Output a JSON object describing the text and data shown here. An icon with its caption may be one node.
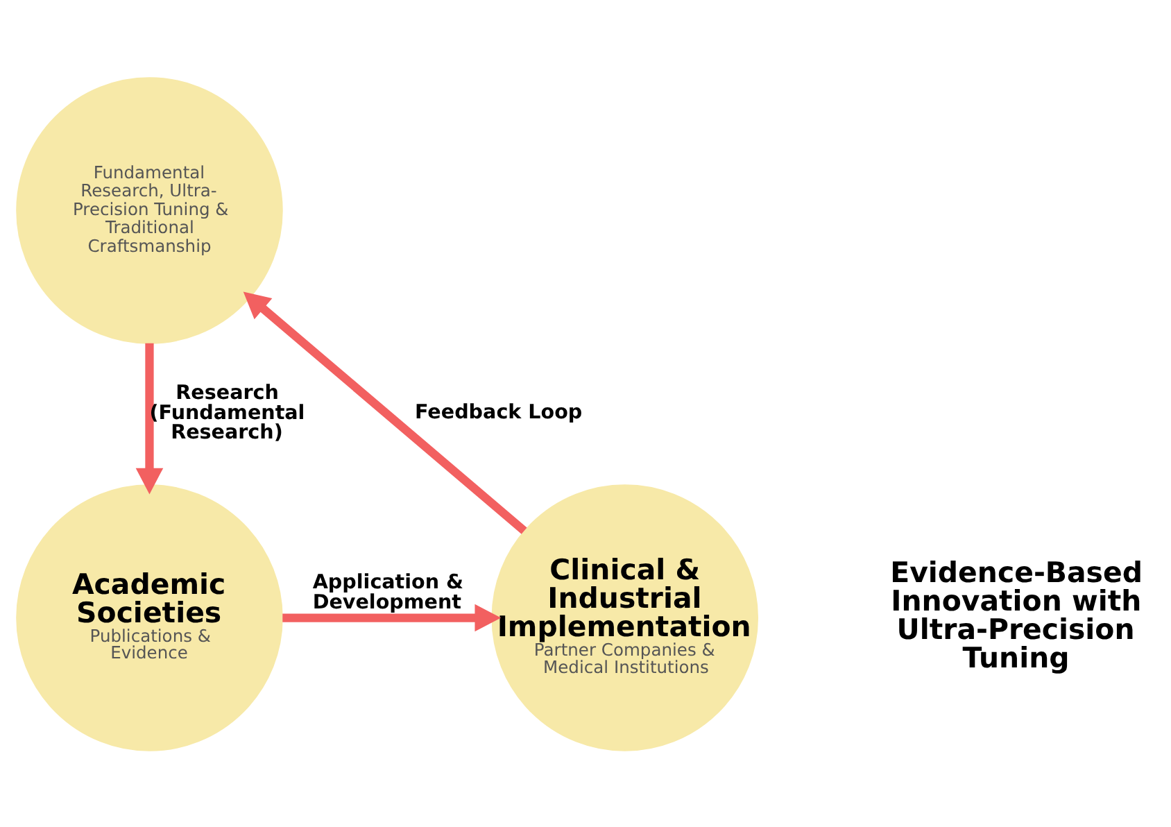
{
  "diagram": {
    "nodes": [
      {
        "text": [
          "Fundamental Research, Ultra-Precision Tuning & Traditional Craftsmanship"
        ]
      },
      {
        "text": [
          "Academic Societies",
          "Publications & Evidence"
        ]
      },
      {
        "text": [
          "Clinical & Industrial Implementation",
          "Partner Companies & Medical Institutions"
        ]
      }
    ],
    "edges": [
      {
        "from": 0,
        "to": 1,
        "arrow": "to",
        "label": "Research (Fundamental Research)"
      },
      {
        "from": 1,
        "to": 2,
        "arrow": "to",
        "label": "Application & Development"
      },
      {
        "from": 2,
        "to": 0,
        "arrow": "to",
        "label": "Feedback Loop"
      }
    ],
    "labels": [
      "Evidence-Based Innovation with Ultra-Precision Tuning"
    ]
  }
}
